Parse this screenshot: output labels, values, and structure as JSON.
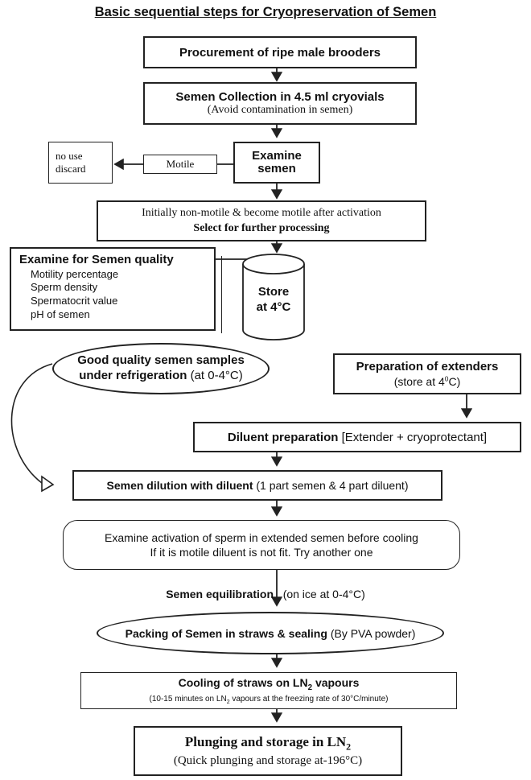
{
  "title": "Basic sequential steps for Cryopreservation of Semen",
  "steps": {
    "procurement": "Procurement of ripe male brooders",
    "collection": "Semen Collection in 4.5 ml cryovials",
    "collection_note": "(Avoid contamination in semen)",
    "examine_semen_l1": "Examine",
    "examine_semen_l2": "semen",
    "motile": "Motile",
    "discard_l1": "no use",
    "discard_l2": "discard",
    "activation_l1": "Initially non-motile & become motile after activation",
    "activation_l2": "Select for further processing",
    "quality_title": "Examine for Semen quality",
    "quality_items": [
      "Motility percentage",
      "Sperm density",
      "Spermatocrit value",
      "pH of semen"
    ],
    "store_l1": "Store",
    "store_l2": "at 4°C",
    "good_quality_l1": "Good quality semen samples",
    "good_quality_l2": "under refrigeration",
    "good_quality_note": "(at 0-4°C)",
    "extenders_title": "Preparation of extenders",
    "extenders_note_a": "(store at 4",
    "extenders_note_sup": "0",
    "extenders_note_b": "C)",
    "diluent_bold": "Diluent preparation",
    "diluent_rest": "[Extender + cryoprotectant]",
    "dilution_bold": "Semen dilution with diluent",
    "dilution_rest": "(1 part semen & 4 part diluent)",
    "activation_check_l1": "Examine activation of sperm in extended semen before cooling",
    "activation_check_l2": "If it is motile diluent is not fit. Try another one",
    "equilibration_bold": "Semen equilibration",
    "equilibration_rest": "(on ice at 0-4°C)",
    "packing_bold": "Packing of Semen in straws & sealing",
    "packing_rest": "(By PVA powder)",
    "cooling_a": "Cooling of straws on LN",
    "cooling_sub": "2",
    "cooling_b": "vapours",
    "cooling_note_a": "(10-15 minutes on LN",
    "cooling_note_sub": "2",
    "cooling_note_b": "vapours at the freezing rate of 30°C/minute)",
    "plunging_a": "Plunging and storage in LN",
    "plunging_sub": "2",
    "plunging_note": "(Quick plunging and storage at-196°C)"
  }
}
